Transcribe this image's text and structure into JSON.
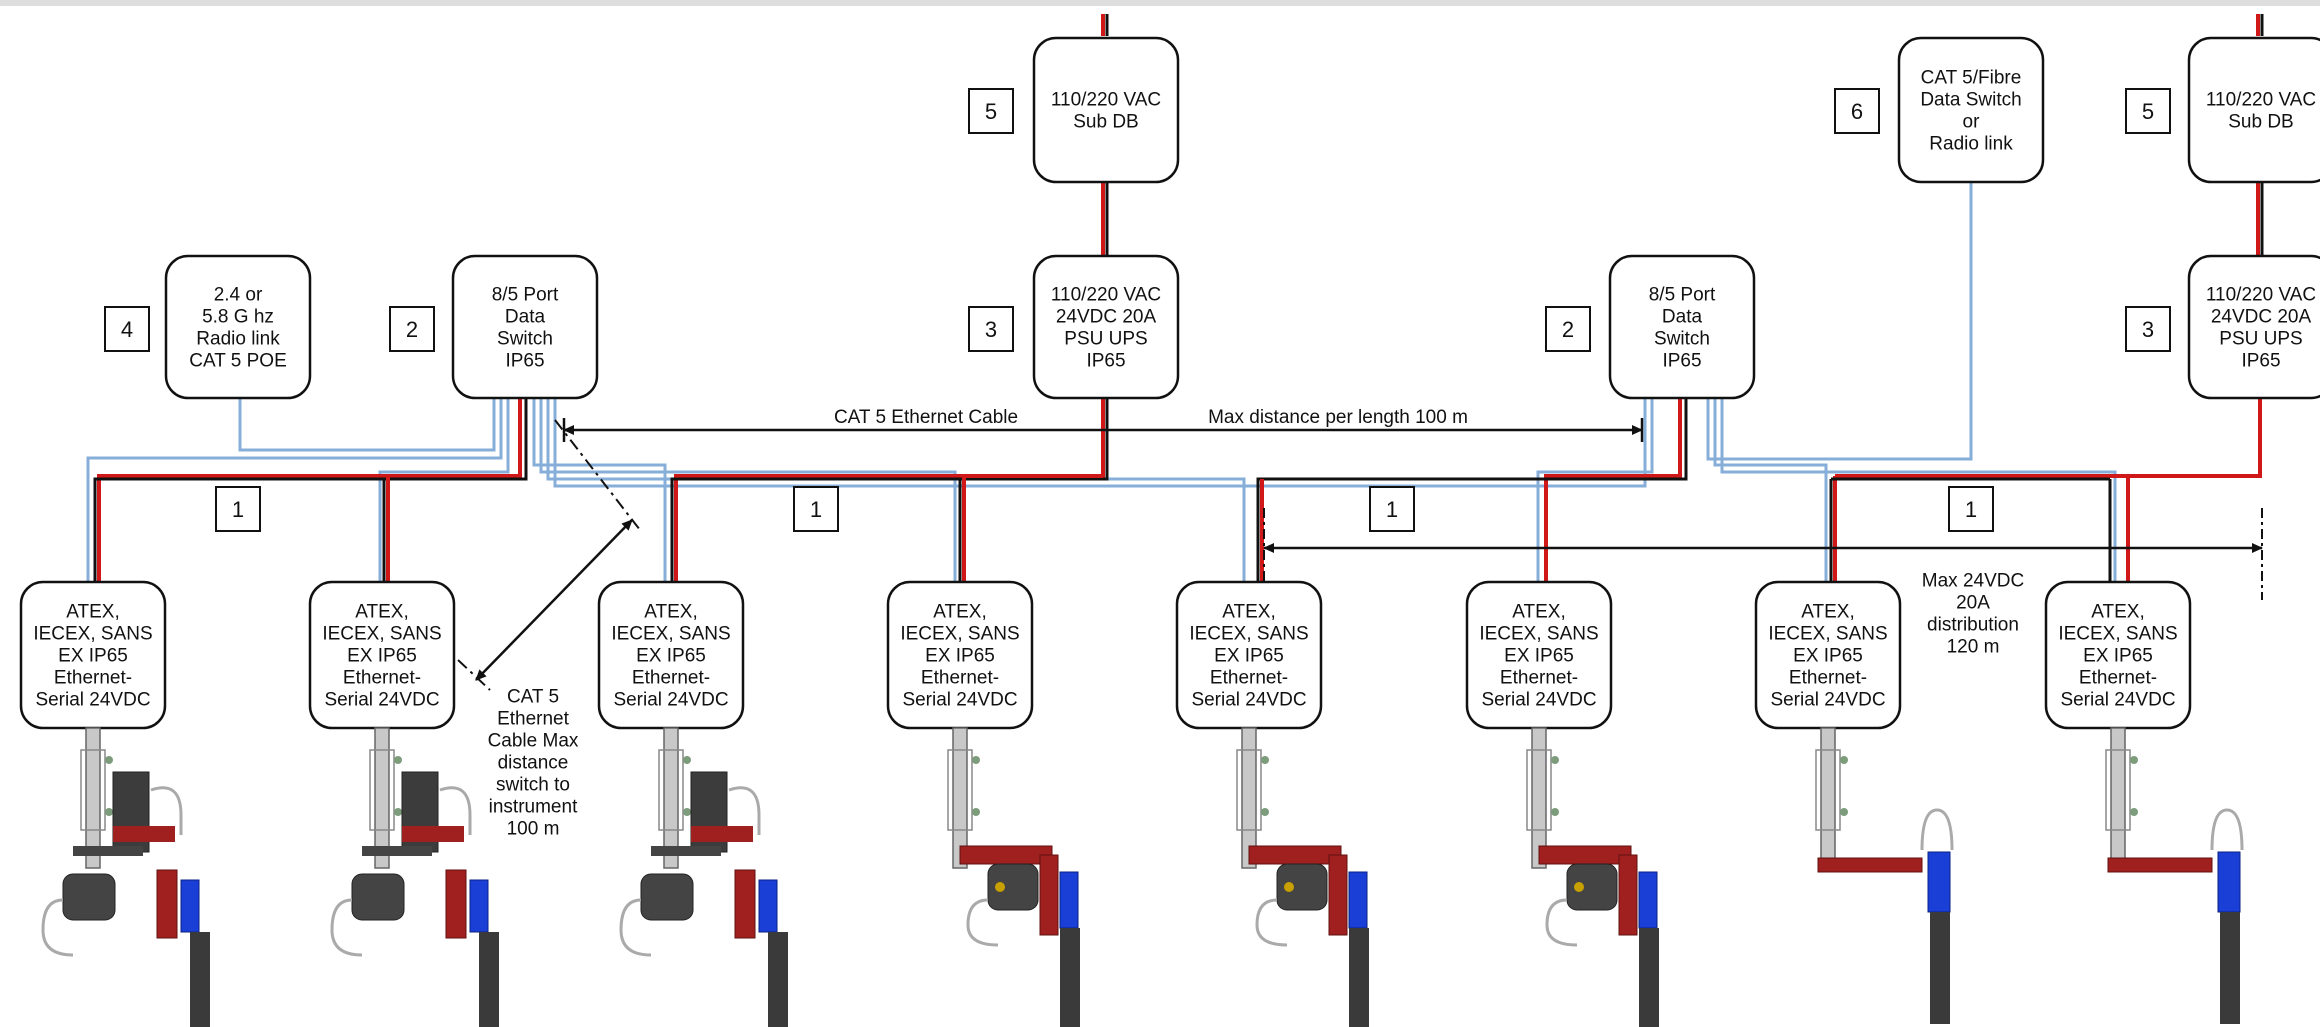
{
  "colors": {
    "power_red": "#d01818",
    "power_black": "#111111",
    "data_blue": "#86aed8",
    "instrument_red": "#a02020",
    "instrument_blue": "#1a3fd6"
  },
  "boxes": {
    "sub_db_1": [
      "110/220 VAC",
      "Sub DB"
    ],
    "sub_db_2": [
      "110/220 VAC",
      "Sub DB"
    ],
    "psu_1": [
      "110/220 VAC",
      "24VDC 20A",
      "PSU UPS",
      "IP65"
    ],
    "psu_2": [
      "110/220 VAC",
      "24VDC 20A",
      "PSU UPS",
      "IP65"
    ],
    "switch_1": [
      "8/5 Port",
      "Data",
      "Switch",
      "IP65"
    ],
    "switch_2": [
      "8/5 Port",
      "Data",
      "Switch",
      "IP65"
    ],
    "radio": [
      "2.4 or",
      "5.8 G hz",
      "Radio link",
      "CAT 5 POE"
    ],
    "fibre": [
      "CAT 5/Fibre",
      "Data Switch",
      "or",
      "Radio link"
    ]
  },
  "instrument_label": [
    "ATEX,",
    "IECEX, SANS",
    "EX IP65",
    "Ethernet-",
    "Serial 24VDC"
  ],
  "numbers": {
    "sub_db_1": "5",
    "sub_db_2": "5",
    "psu_1": "3",
    "psu_2": "3",
    "switch_1": "2",
    "switch_2": "2",
    "radio": "4",
    "fibre": "6",
    "bus_1": "1",
    "bus_2": "1",
    "bus_3": "1",
    "bus_4": "1"
  },
  "annotations": {
    "cat5_cable": "CAT 5 Ethernet Cable",
    "max_distance_length": "Max distance per length 100 m",
    "max_24vdc": [
      "Max 24VDC",
      "20A",
      "distribution",
      "120 m"
    ],
    "cat5_max": [
      "CAT 5",
      "Ethernet",
      "Cable Max",
      "distance",
      "switch to",
      "instrument",
      "100 m"
    ]
  }
}
